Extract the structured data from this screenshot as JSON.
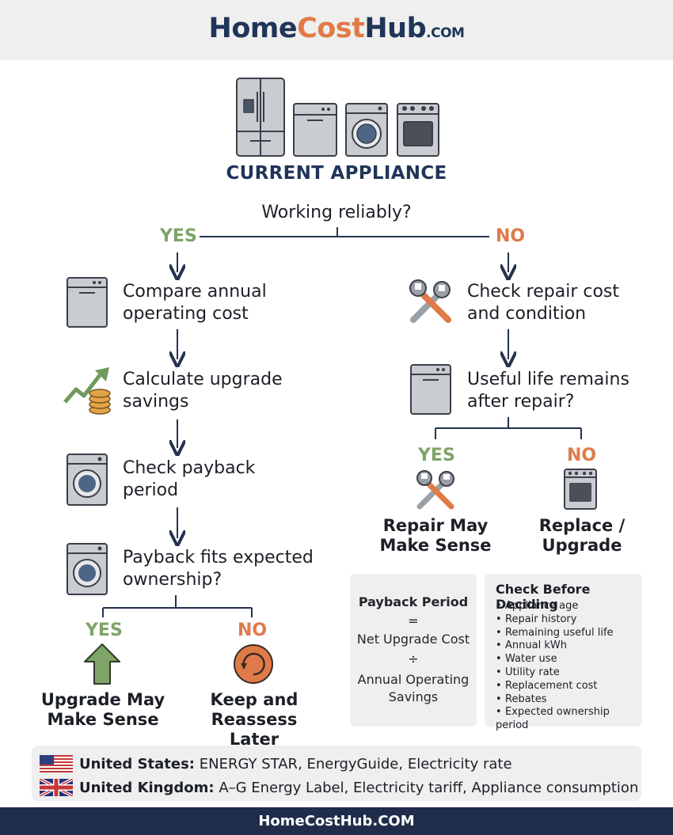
{
  "brand": {
    "part1": "Home",
    "part2": "Cost",
    "part3": "Hub",
    "part4": ".COM"
  },
  "title": "CURRENT APPLIANCE",
  "question_top": "Working reliably?",
  "branch_yes": "YES",
  "branch_no": "NO",
  "left": {
    "steps": [
      {
        "line1": "Compare annual",
        "line2": "operating cost",
        "icon": "dishwasher-icon"
      },
      {
        "line1": "Calculate upgrade",
        "line2": "savings",
        "icon": "savings-chart-icon"
      },
      {
        "line1": "Check payback",
        "line2": "period",
        "icon": "washer-icon"
      },
      {
        "line1": "Payback fits expected",
        "line2": "ownership?",
        "icon": "washer-icon"
      }
    ],
    "yes": "YES",
    "no": "NO",
    "outcome_yes": {
      "line1": "Upgrade May",
      "line2": "Make Sense",
      "icon": "up-arrow-icon"
    },
    "outcome_no": {
      "line1": "Keep and",
      "line2": "Reassess Later",
      "icon": "refresh-icon"
    }
  },
  "right": {
    "steps": [
      {
        "line1": "Check repair cost",
        "line2": "and condition",
        "icon": "wrench-icon"
      },
      {
        "line1": "Useful life remains",
        "line2": "after repair?",
        "icon": "dishwasher-icon"
      }
    ],
    "yes": "YES",
    "no": "NO",
    "outcome_yes": {
      "line1": "Repair May",
      "line2": "Make Sense",
      "icon": "wrench-icon"
    },
    "outcome_no": {
      "line1": "Replace /",
      "line2": "Upgrade",
      "icon": "oven-icon"
    }
  },
  "payback_box": {
    "title": "Payback Period",
    "equals": "=",
    "numerator": "Net Upgrade Cost",
    "divide": "÷",
    "denominator_line1": "Annual Operating",
    "denominator_line2": "Savings"
  },
  "checklist": {
    "title": "Check Before Deciding",
    "items": [
      "Appliance age",
      "Repair history",
      "Remaining useful life",
      "Annual kWh",
      "Water use",
      "Utility rate",
      "Replacement cost",
      "Rebates",
      "Expected ownership period"
    ]
  },
  "regions": {
    "us": {
      "label": "United States:",
      "text": " ENERGY STAR, EnergyGuide, Electricity rate",
      "icon": "us-flag-icon"
    },
    "uk": {
      "label": "United Kingdom:",
      "text": " A–G Energy Label, Electricity tariff, Appliance consumption",
      "icon": "uk-flag-icon"
    }
  },
  "footer": "HomeCostHub.COM",
  "colors": {
    "navy": "#1f3558",
    "orange": "#e07a48",
    "yes_green": "#7ea468",
    "no_orange": "#df7a4a",
    "line": "#23324f",
    "panel_gray": "#efefef"
  }
}
